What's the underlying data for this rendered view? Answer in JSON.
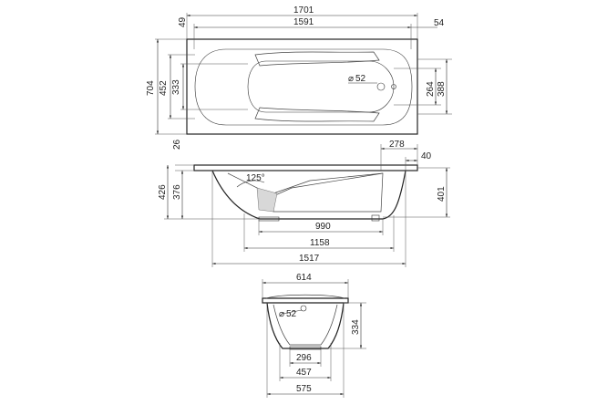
{
  "top_view": {
    "length_total": "1701",
    "length_inner": "1591",
    "rim_left": "49",
    "rim_right": "54",
    "width_total": "704",
    "width_inner": "452",
    "width_bottom": "333",
    "drain_label": "52",
    "drain_offset_1": "264",
    "drain_offset_2": "388"
  },
  "side_view": {
    "rim_height": "26",
    "depth_total": "426",
    "depth_inner": "376",
    "depth_right": "401",
    "angle": "125°",
    "rim_right": "278",
    "rim_right_small": "40",
    "bottom_inner": "990",
    "bottom_outer": "1158",
    "length_outer": "1517"
  },
  "end_view": {
    "width_top": "614",
    "drain_label": "52",
    "depth": "334",
    "base_inner": "296",
    "base_mid": "457",
    "base_outer": "575"
  }
}
